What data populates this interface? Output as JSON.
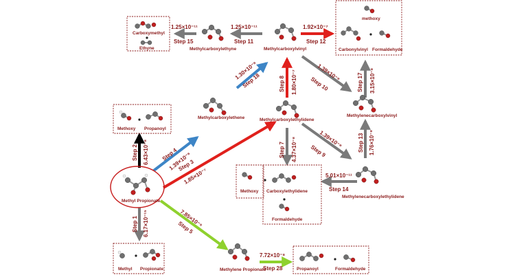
{
  "colors": {
    "gray": "#7a7a7a",
    "blue": "#3d85c6",
    "red": "#e0201c",
    "green": "#8fd12e",
    "black": "#000000",
    "label": "#8b1a1a"
  },
  "molecules": {
    "methyl_propionate": "Methyl Propionate",
    "methoxy_a": "Methoxy",
    "propanoyl_a": "Propanoyl",
    "methyl": "Methyl",
    "propionate": "Propionate",
    "methylcarboxylethene": "Methylcarboxylethene",
    "methylcarboxylethylidene": "Methylcarboxylethylidene",
    "methylcarboxylvinyl": "Methylcarboxylvinyl",
    "methylcarboxylethyne": "Methylcarboxylethyne",
    "carboxymethyl": "Carboxymethyl",
    "ethyne": "Ethyne",
    "methoxy_b": "methoxy",
    "carbonylvinyl": "Carbonylvinyl",
    "formaldehyde_a": "Formaldehyde",
    "methylenecarboxylvinyl": "Methylenecarboxylvinyl",
    "methylenecarboxylethylidene": "Methylenecarboxylethylidene",
    "methoxy_c": "Methoxy",
    "carboxylethylidene": "Carboxylethylidene",
    "formaldehyde_b": "Formaldehyde",
    "methylene_propionate": "Methylene Propionate",
    "propanoyl_b": "Propanoyl",
    "formaldehyde_c": "Formaldehyde"
  },
  "steps": {
    "s1": {
      "label": "Step 1",
      "rate": "6.17×10⁻¹⁵"
    },
    "s2": {
      "label": "Step 2",
      "rate": "6.43×10⁻⁸"
    },
    "s3": {
      "label": "Step 3",
      "rate": "1.85×10⁻⁷"
    },
    "s4": {
      "label": "Step 4",
      "rate": "1.39×10⁻⁸"
    },
    "s5": {
      "label": "Step 5",
      "rate": "7.85×10⁻⁸"
    },
    "s7": {
      "label": "Step 7",
      "rate": "4.37×10⁻⁸"
    },
    "s8": {
      "label": "Step 8",
      "rate": "1.80×10⁻⁷"
    },
    "s9": {
      "label": "Step 9",
      "rate": "1.39×10⁻⁸"
    },
    "s10": {
      "label": "Step 10",
      "rate": "1.39×10⁻⁸"
    },
    "s11": {
      "label": "Step 11",
      "rate": "1.25×10⁻¹¹"
    },
    "s12": {
      "label": "Step 12",
      "rate": "1.92×10⁻⁷"
    },
    "s13": {
      "label": "Step 13",
      "rate": "1.76×10⁻⁸"
    },
    "s14": {
      "label": "Step 14",
      "rate": "5.01×10⁻¹¹"
    },
    "s15": {
      "label": "Step 15",
      "rate": "1.25×10⁻¹¹"
    },
    "s17": {
      "label": "Step 17",
      "rate": "3.15×10⁻⁸"
    },
    "s18": {
      "label": "Step 18",
      "rate": "1.30×10⁻⁸"
    },
    "s28": {
      "label": "Step 28",
      "rate": "7.72×10⁻⁸"
    }
  }
}
